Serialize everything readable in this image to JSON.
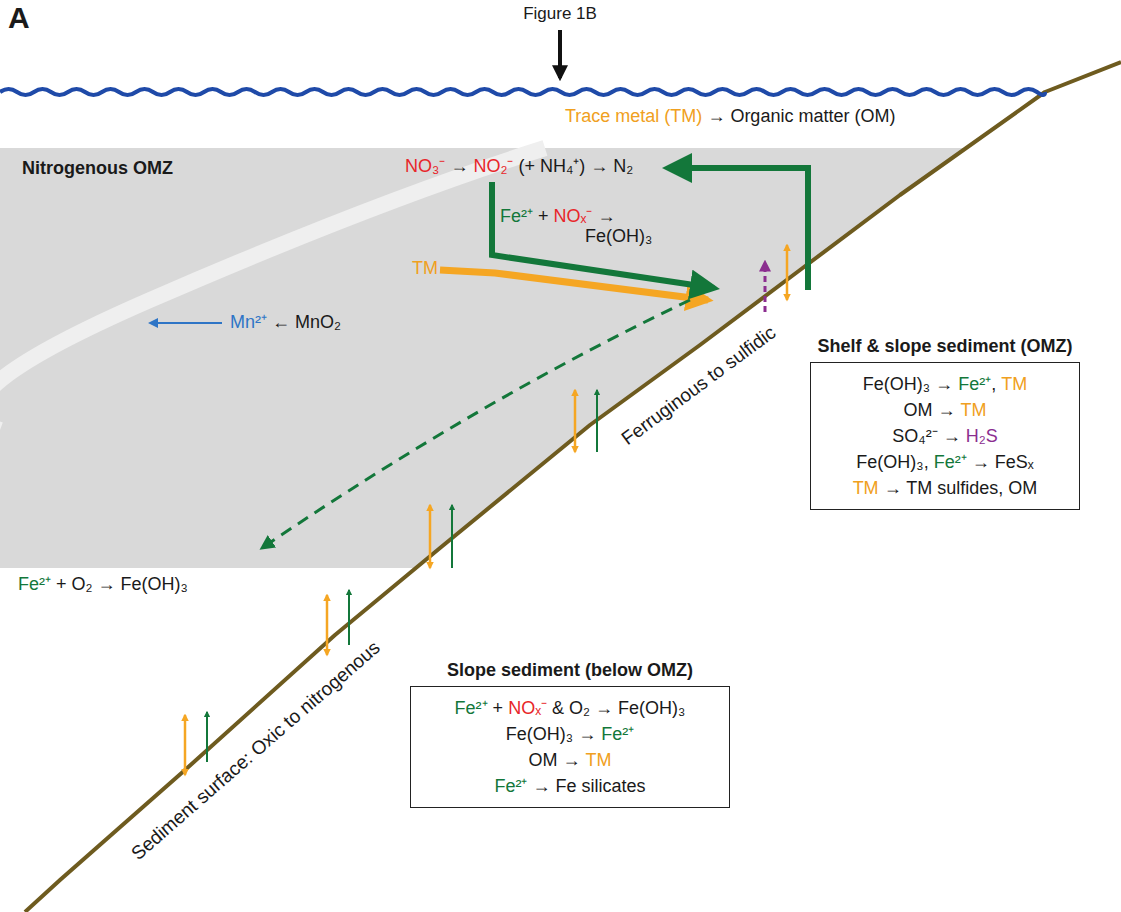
{
  "diagram": {
    "nodes": [
      {
        "text": [
          "Shelf & slope sediment (OMZ)",
          "Fe(OH)₃ →",
          "Fe²⁺",
          ",",
          "TM",
          "OM →",
          "TM",
          "SO₄²⁻ →",
          "H₂S",
          "Fe(OH)₃,",
          "Fe²⁺",
          "→ FeSₓ",
          "TM",
          "→ TM sulfides, OM"
        ]
      },
      {
        "text": [
          "Slope sediment (below OMZ)",
          "Fe²⁺",
          "+",
          "NOₓ⁻",
          "& O₂ → Fe(OH)₃",
          "Fe(OH)₃ →",
          "Fe²⁺",
          "OM →",
          "TM",
          "Fe²⁺",
          "→ Fe silicates"
        ]
      }
    ],
    "labels": [
      "A",
      "Figure 1B",
      "Trace metal (TM)",
      "→ Organic matter (OM)",
      "Nitrogenous OMZ",
      "NO₃⁻",
      "→",
      "NO₂⁻",
      "(+ NH₄⁺) → N₂",
      "Fe²⁺",
      "+",
      "NOₓ⁻",
      "→",
      "Fe(OH)₃",
      "TM",
      "Mn²⁺",
      "← MnO₂",
      "Fe²⁺",
      "+ O₂ → Fe(OH)₃",
      "Ferruginous to sulfidic",
      "Sediment surface: Oxic to nitrogenous"
    ]
  }
}
